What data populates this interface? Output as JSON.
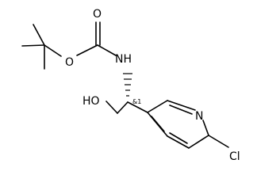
{
  "molecule": {
    "atoms": {
      "carbonyl_o": "O",
      "ester_o": "O",
      "amine_n": "NH",
      "hydroxyl": "HO",
      "ring_n": "N",
      "chlorine": "Cl",
      "stereo_label": "&1"
    }
  }
}
